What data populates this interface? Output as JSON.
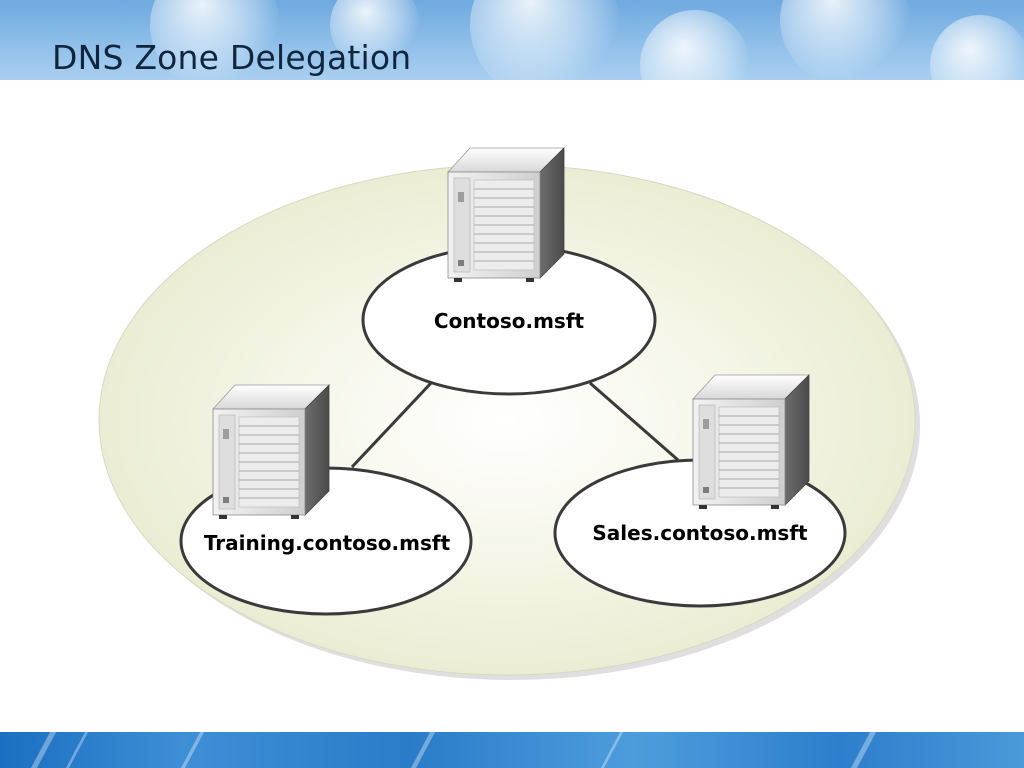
{
  "slide": {
    "title": "DNS Zone Delegation"
  },
  "zones": {
    "parent": {
      "label": "Contoso.msft",
      "icon": "server-icon"
    },
    "child_left": {
      "label": "Training.contoso.msft",
      "icon": "server-icon"
    },
    "child_right": {
      "label": "Sales.contoso.msft",
      "icon": "server-icon"
    }
  },
  "colors": {
    "header": "#7fb5e4",
    "footer": "#2a7cc9",
    "title_text": "#10253f",
    "namespace_fill": "#ecefd8",
    "zone_fill": "#ffffff",
    "zone_stroke": "#3a3a3a"
  }
}
